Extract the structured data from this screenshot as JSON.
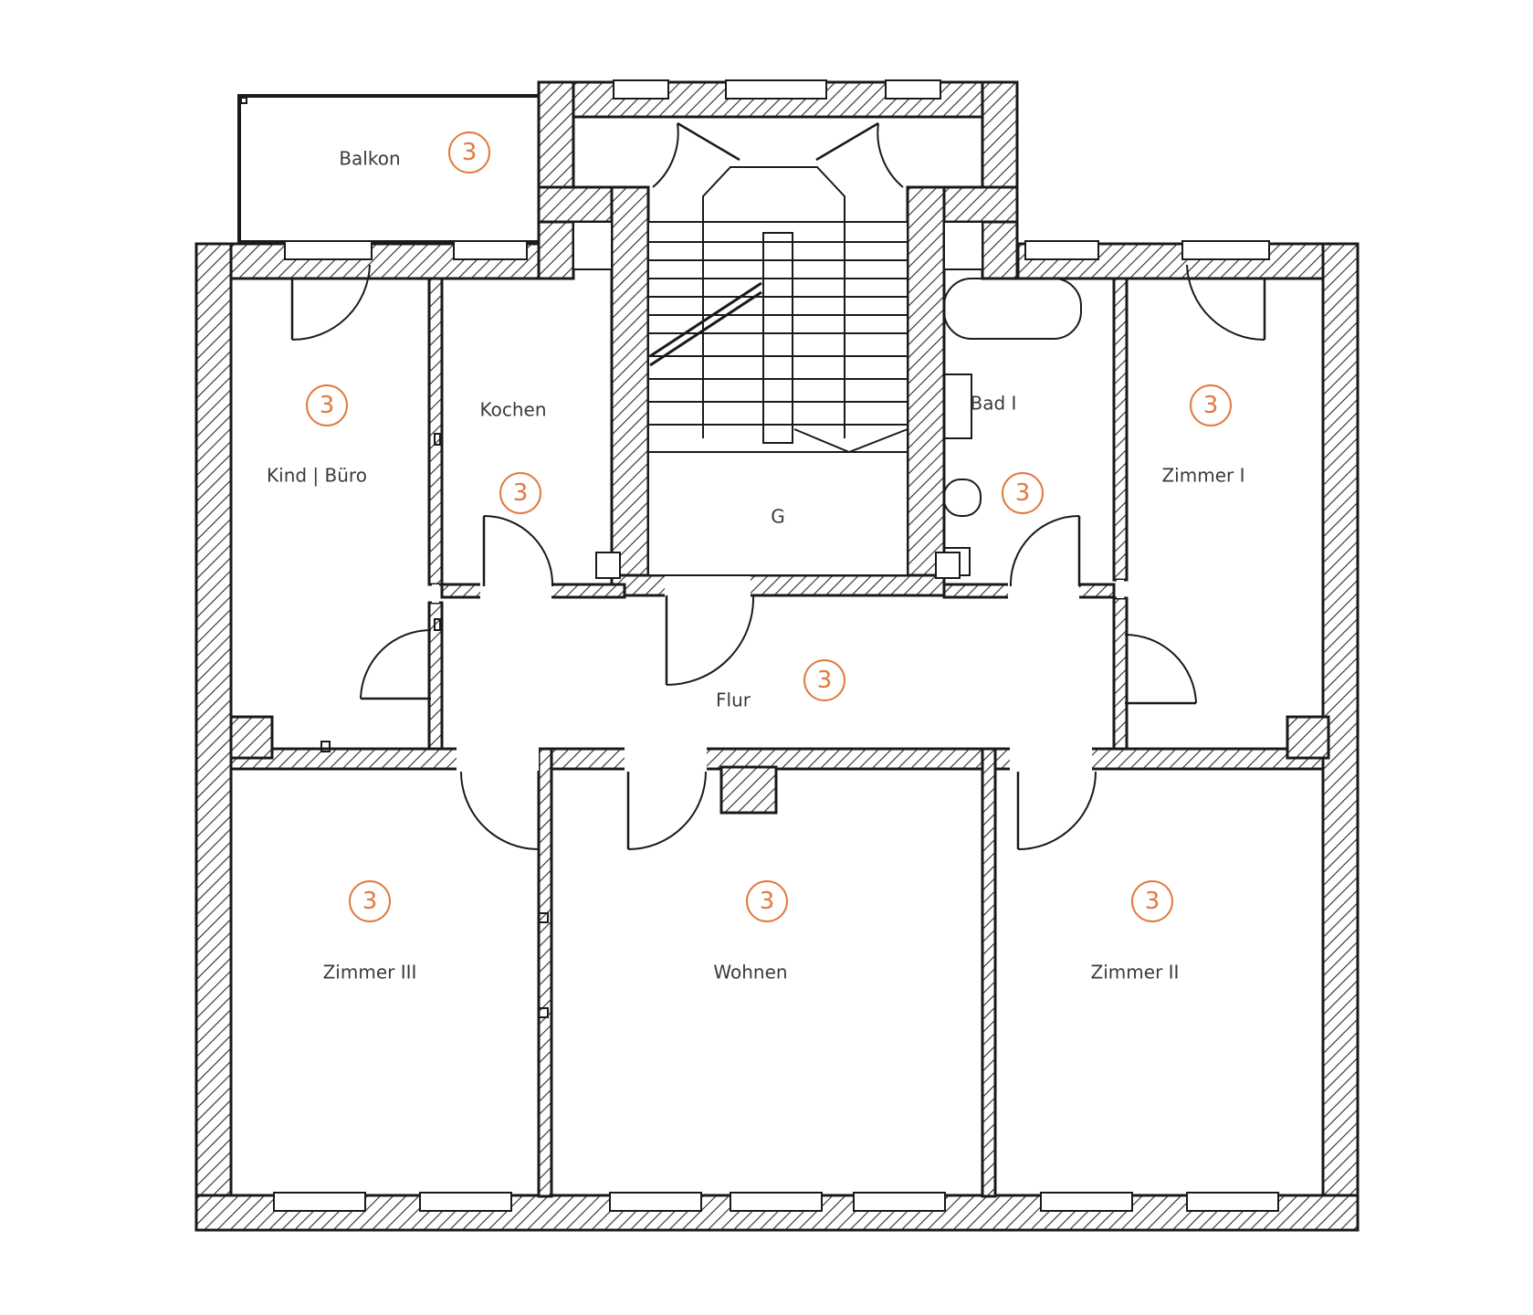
{
  "rooms": {
    "balkon": "Balkon",
    "kind_buero": "Kind | Büro",
    "kochen": "Kochen",
    "stair": "G",
    "bad": "Bad I",
    "zimmer1": "Zimmer I",
    "flur": "Flur",
    "zimmer3": "Zimmer III",
    "wohnen": "Wohnen",
    "zimmer2": "Zimmer II"
  },
  "badges": {
    "balkon": "3",
    "kind_buero": "3",
    "kochen": "3",
    "bad": "3",
    "zimmer1": "3",
    "flur": "3",
    "zimmer3": "3",
    "wohnen": "3",
    "zimmer2": "3"
  },
  "colors": {
    "badge": "#e07a3f",
    "walls": "#1a1a1a",
    "label": "#3a3a3a"
  }
}
